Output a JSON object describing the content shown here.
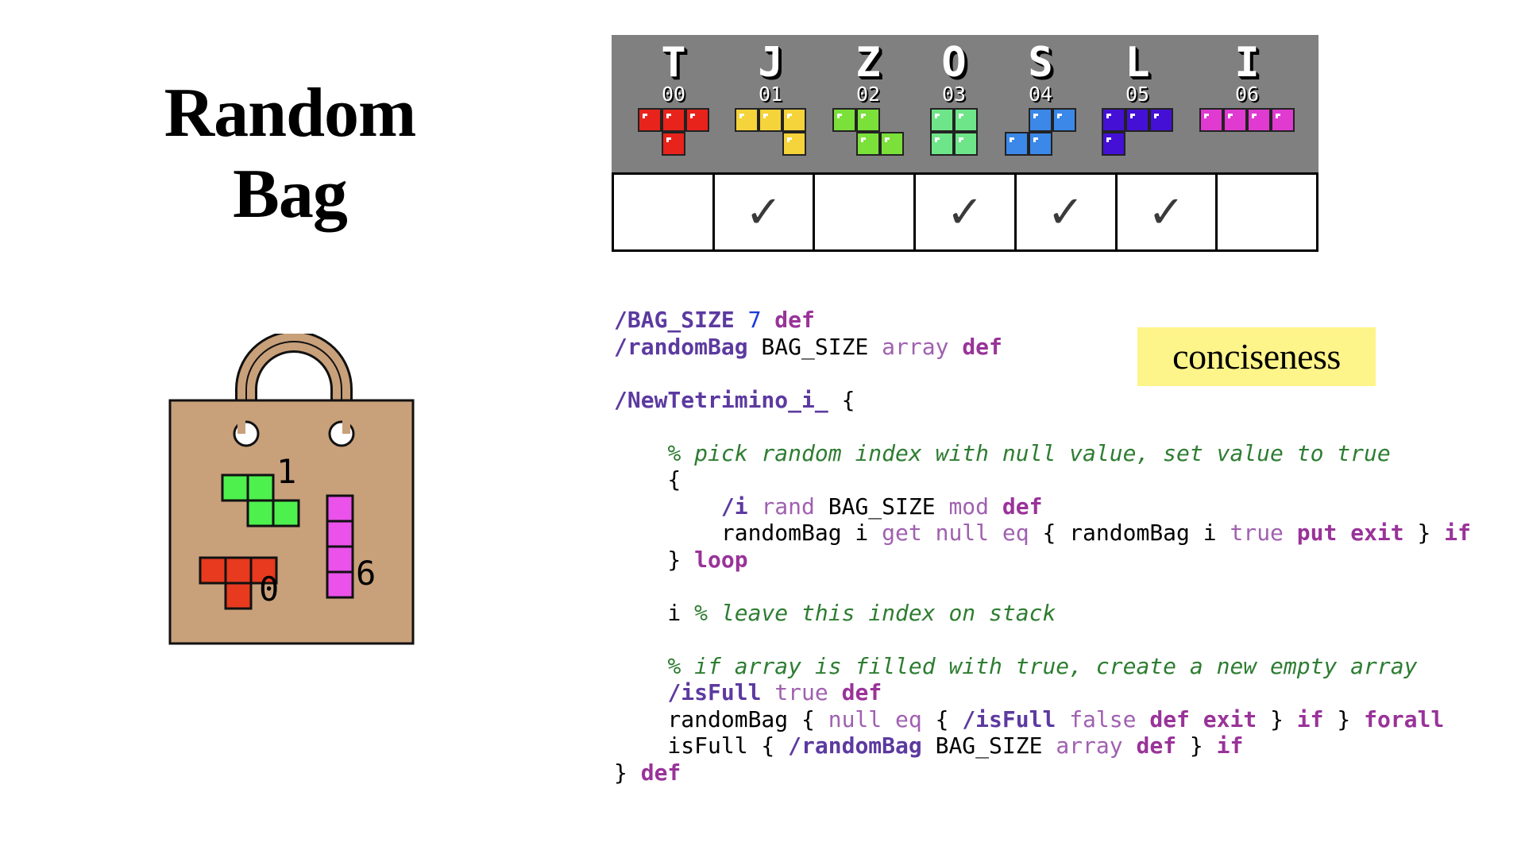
{
  "title": {
    "line1": "Random",
    "line2": "Bag"
  },
  "bag": {
    "labels": [
      "1",
      "0",
      "6"
    ],
    "colors": {
      "bag": "#c8a07a",
      "handle": "#c8a07a",
      "green": "#4ef04e",
      "red": "#e73a1e",
      "magenta": "#ea52ea"
    }
  },
  "pieces": [
    {
      "letter": "T",
      "index": "00",
      "color": "#e8231b"
    },
    {
      "letter": "J",
      "index": "01",
      "color": "#f5d33a"
    },
    {
      "letter": "Z",
      "index": "02",
      "color": "#7be03a"
    },
    {
      "letter": "O",
      "index": "03",
      "color": "#6fe58a"
    },
    {
      "letter": "S",
      "index": "04",
      "color": "#3b88e8"
    },
    {
      "letter": "L",
      "index": "05",
      "color": "#4410d6"
    },
    {
      "letter": "I",
      "index": "06",
      "color": "#e03ad0"
    }
  ],
  "checks": [
    "",
    "✓",
    "",
    "✓",
    "✓",
    "✓",
    ""
  ],
  "badge": "conciseness",
  "code": [
    [
      [
        "/BAG_SIZE",
        "name"
      ],
      [
        " "
      ],
      [
        "7",
        "num"
      ],
      [
        " "
      ],
      [
        "def",
        "kw"
      ]
    ],
    [
      [
        "/randomBag",
        "name"
      ],
      [
        " BAG_SIZE "
      ],
      [
        "array",
        "lit"
      ],
      [
        " "
      ],
      [
        "def",
        "kw"
      ]
    ],
    [],
    [
      [
        "/NewTetrimino_i_",
        "name"
      ],
      [
        " {"
      ]
    ],
    [],
    [
      [
        "    "
      ],
      [
        "% pick random index with null value, set value to true",
        "cm"
      ]
    ],
    [
      [
        "    {"
      ]
    ],
    [
      [
        "        "
      ],
      [
        "/i",
        "name"
      ],
      [
        " "
      ],
      [
        "rand",
        "lit"
      ],
      [
        " BAG_SIZE "
      ],
      [
        "mod",
        "lit"
      ],
      [
        " "
      ],
      [
        "def",
        "kw"
      ]
    ],
    [
      [
        "        randomBag i "
      ],
      [
        "get",
        "lit"
      ],
      [
        " "
      ],
      [
        "null",
        "lit"
      ],
      [
        " "
      ],
      [
        "eq",
        "lit"
      ],
      [
        " { randomBag i "
      ],
      [
        "true",
        "lit"
      ],
      [
        " "
      ],
      [
        "put",
        "kw"
      ],
      [
        " "
      ],
      [
        "exit",
        "kw"
      ],
      [
        " } "
      ],
      [
        "if",
        "kw"
      ]
    ],
    [
      [
        "    } "
      ],
      [
        "loop",
        "kw"
      ]
    ],
    [],
    [
      [
        "    i "
      ],
      [
        "% leave this index on stack",
        "cm"
      ]
    ],
    [],
    [
      [
        "    "
      ],
      [
        "% if array is filled with true, create a new empty array",
        "cm"
      ]
    ],
    [
      [
        "    "
      ],
      [
        "/isFull",
        "name"
      ],
      [
        " "
      ],
      [
        "true",
        "lit"
      ],
      [
        " "
      ],
      [
        "def",
        "kw"
      ]
    ],
    [
      [
        "    randomBag { "
      ],
      [
        "null",
        "lit"
      ],
      [
        " "
      ],
      [
        "eq",
        "lit"
      ],
      [
        " { "
      ],
      [
        "/isFull",
        "name"
      ],
      [
        " "
      ],
      [
        "false",
        "lit"
      ],
      [
        " "
      ],
      [
        "def",
        "kw"
      ],
      [
        " "
      ],
      [
        "exit",
        "kw"
      ],
      [
        " } "
      ],
      [
        "if",
        "kw"
      ],
      [
        " } "
      ],
      [
        "forall",
        "kw"
      ]
    ],
    [
      [
        "    isFull { "
      ],
      [
        "/randomBag",
        "name"
      ],
      [
        " BAG_SIZE "
      ],
      [
        "array",
        "lit"
      ],
      [
        " "
      ],
      [
        "def",
        "kw"
      ],
      [
        " } "
      ],
      [
        "if",
        "kw"
      ]
    ],
    [
      [
        "} "
      ],
      [
        "def",
        "kw"
      ]
    ]
  ]
}
